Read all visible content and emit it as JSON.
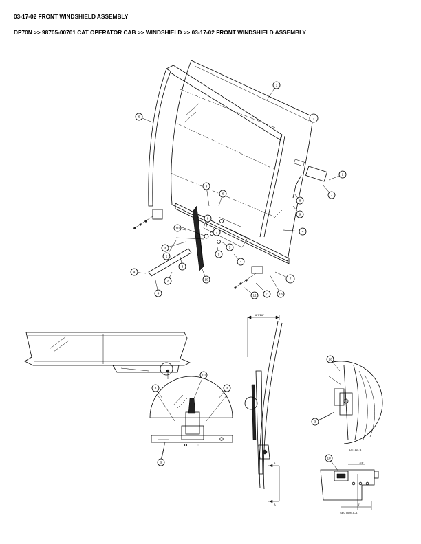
{
  "header": {
    "title": "03-17-02 FRONT WINDSHIELD ASSEMBLY",
    "breadcrumb": "DP70N >> 98705-00701 CAT OPERATOR CAB >> WINDSHIELD >> 03-17-02 FRONT WINDSHIELD ASSEMBLY"
  },
  "main_view": {
    "callouts": [
      "1",
      "6",
      "7",
      "2",
      "7",
      "8",
      "9",
      "4",
      "9",
      "6",
      "7",
      "3",
      "2",
      "5",
      "4",
      "4",
      "3",
      "2",
      "4",
      "10",
      "11",
      "12",
      "13",
      "7",
      "9",
      "8",
      "10"
    ]
  },
  "section_views": {
    "dimension_label": "6 7/16\"",
    "detail_b_callouts": [
      "10",
      "3"
    ],
    "detail_b_label": "DETAIL B",
    "section_a_callouts": [
      "10"
    ],
    "section_a_label": "SECTION A-A",
    "section_a_dim_top": "1/4\"",
    "section_a_dim_bottom": "6\"",
    "section_marker_top": "A",
    "section_marker_bottom": "A",
    "wiper_detail_callouts": [
      "3",
      "10",
      "3",
      "3"
    ]
  }
}
